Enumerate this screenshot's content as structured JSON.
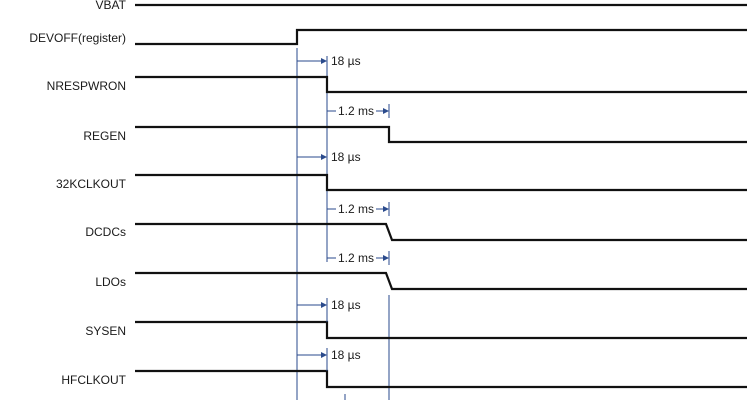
{
  "signals": [
    {
      "name": "VBAT",
      "wave": "high"
    },
    {
      "name": "DEVOFF(register)",
      "wave": "rise"
    },
    {
      "name": "NRESPWRON",
      "wave": "fall"
    },
    {
      "name": "REGEN",
      "wave": "fall"
    },
    {
      "name": "32KCLKOUT",
      "wave": "fall"
    },
    {
      "name": "DCDCs",
      "wave": "fall-slope"
    },
    {
      "name": "LDOs",
      "wave": "fall-slope"
    },
    {
      "name": "SYSEN",
      "wave": "fall"
    },
    {
      "name": "HFCLKOUT",
      "wave": "fall"
    }
  ],
  "timings": [
    {
      "label": "18 µs",
      "style": "forward"
    },
    {
      "label": "1.2 ms",
      "style": "bracket"
    },
    {
      "label": "18 µs",
      "style": "forward"
    },
    {
      "label": "1.2 ms",
      "style": "bracket"
    },
    {
      "label": "1.2 ms",
      "style": "bracket"
    },
    {
      "label": "18 µs",
      "style": "forward"
    },
    {
      "label": "18 µs",
      "style": "forward"
    }
  ],
  "colors": {
    "waveform": "#111111",
    "guides": "#2a4a8c",
    "text": "#1a1a1a"
  }
}
